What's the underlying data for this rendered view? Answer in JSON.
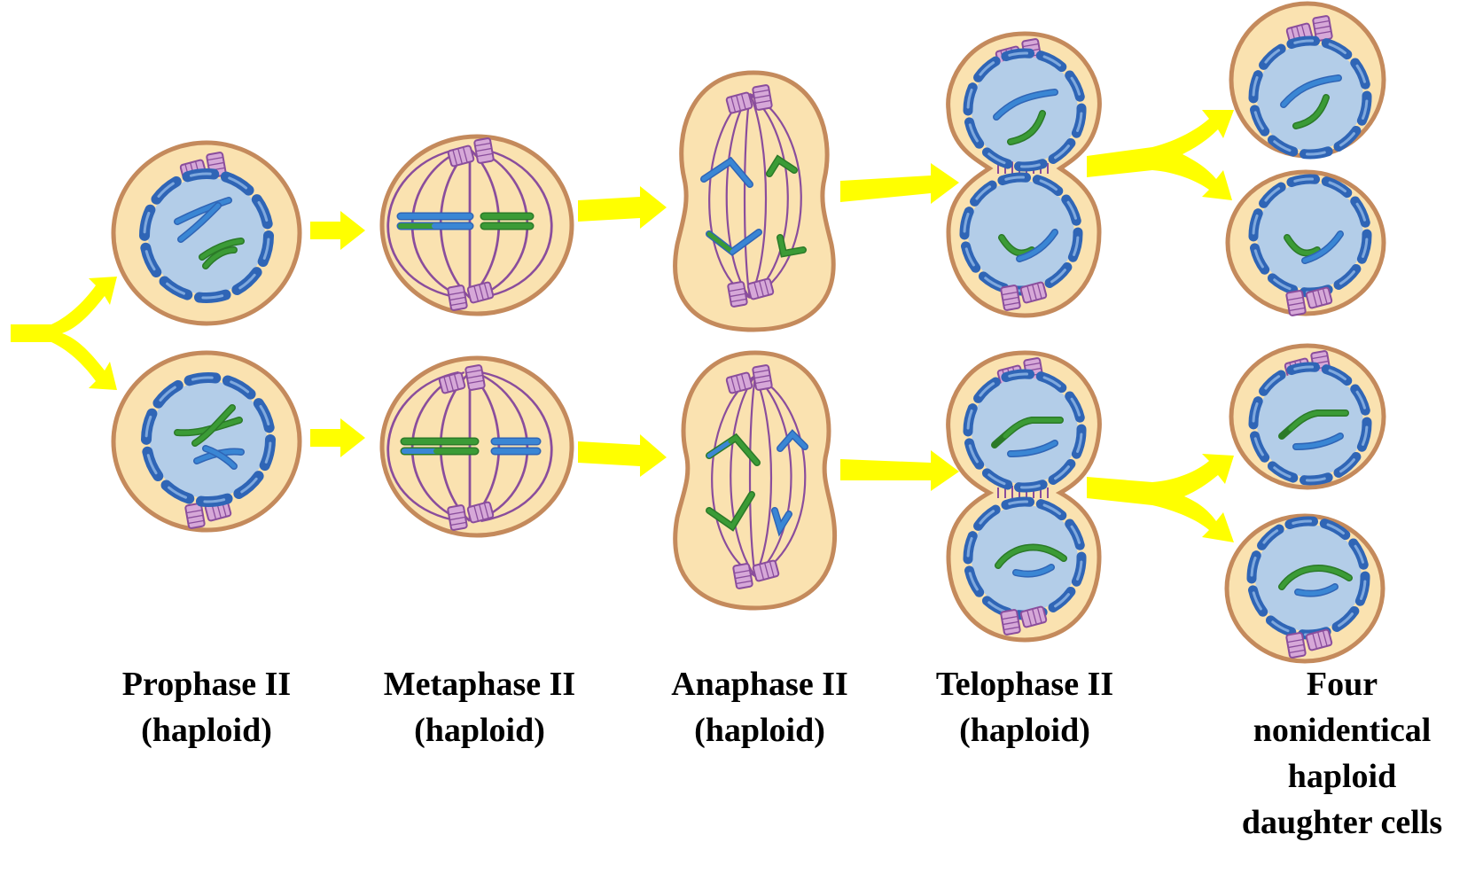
{
  "labels": {
    "prophase": {
      "line1": "Prophase II",
      "line2": "(haploid)"
    },
    "metaphase": {
      "line1": "Metaphase II",
      "line2": "(haploid)"
    },
    "anaphase": {
      "line1": "Anaphase II",
      "line2": "(haploid)"
    },
    "telophase": {
      "line1": "Telophase II",
      "line2": "(haploid)"
    },
    "daughters": {
      "line1": "Four",
      "line2": "nonidentical",
      "line3": "haploid",
      "line4": "daughter cells"
    }
  },
  "colors": {
    "cytoplasm": "#fae2b0",
    "cell_membrane": "#c48a5c",
    "nucleus": "#b3cde8",
    "nuclear_envelope": "#2f65b6",
    "chromosome_blue": "#3a86d4",
    "chromosome_green": "#3b9b36",
    "spindle": "#8a4d9c",
    "centrosome": "#d6a8d8",
    "arrow": "#ffff00"
  }
}
